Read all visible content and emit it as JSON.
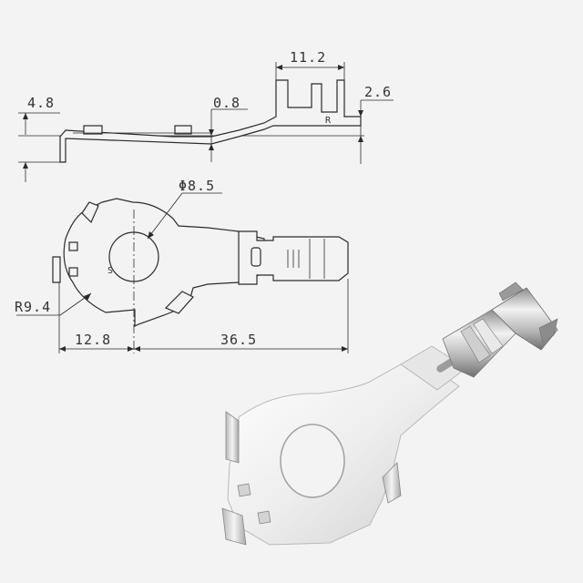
{
  "dimensions": {
    "top_width": "11.2",
    "left_height": "4.8",
    "step_height": "0.8",
    "right_height": "2.6",
    "hole_diameter": "Φ8.5",
    "radius": "R9.4",
    "left_offset": "12.8",
    "total_length": "36.5"
  },
  "markings": {
    "plan_letter": "S",
    "side_letter": "R"
  },
  "colors": {
    "line": "#2b2b2b",
    "background": "#f3f3f3",
    "metal_light": "#f8f8f8",
    "metal_mid": "#d9d9d9",
    "metal_dark": "#9a9a9a"
  }
}
